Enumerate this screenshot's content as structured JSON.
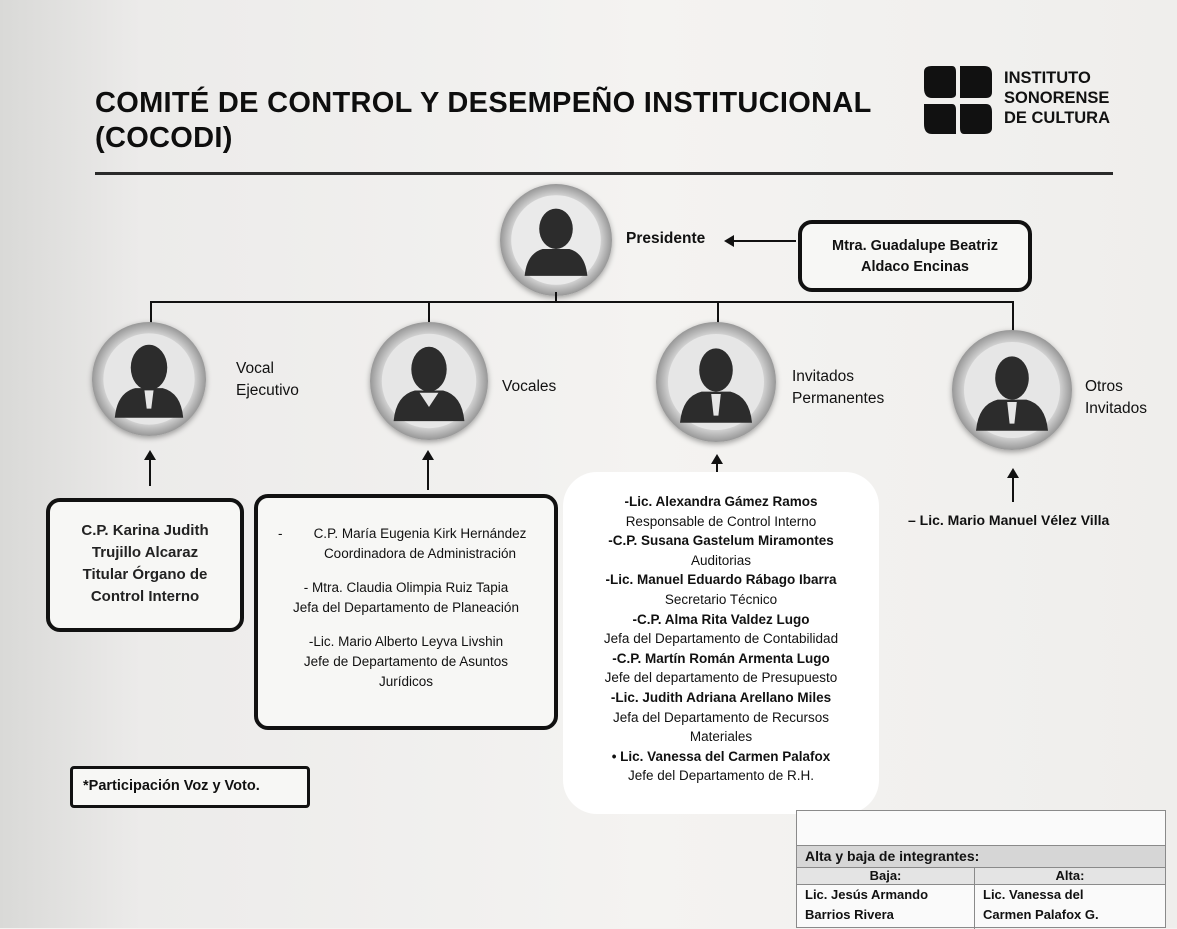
{
  "header": {
    "title_line1": "COMITÉ DE CONTROL Y DESEMPEÑO INSTITUCIONAL",
    "title_line2": "(COCODI)"
  },
  "logo": {
    "line1": "INSTITUTO",
    "line2": "SONORENSE",
    "line3": "DE CULTURA"
  },
  "president": {
    "role": "Presidente",
    "name_line1": "Mtra. Guadalupe Beatriz",
    "name_line2": "Aldaco Encinas"
  },
  "vocal_ejecutivo": {
    "role_line1": "Vocal",
    "role_line2": "Ejecutivo",
    "lines": [
      "C.P. Karina Judith",
      "Trujillo Alcaraz",
      "Titular Órgano de",
      "Control Interno"
    ]
  },
  "vocales": {
    "role": "Vocales",
    "members": [
      {
        "bullet": "-",
        "name": "C.P. María Eugenia Kirk Hernández",
        "title": "Coordinadora de Administración"
      },
      {
        "name": "- Mtra. Claudia Olimpia Ruiz Tapia",
        "title": "Jefa del Departamento de Planeación"
      },
      {
        "name": "-Lic. Mario Alberto Leyva Livshin",
        "title": "Jefe de Departamento de Asuntos",
        "title2": "Jurídicos"
      }
    ]
  },
  "invitados_permanentes": {
    "role_line1": "Invitados",
    "role_line2": "Permanentes",
    "members": [
      {
        "name": "-Lic. Alexandra Gámez Ramos",
        "title": "Responsable de Control Interno"
      },
      {
        "name": "-C.P. Susana Gastelum Miramontes",
        "title": "Auditorias"
      },
      {
        "name": "-Lic. Manuel Eduardo Rábago Ibarra",
        "title": "Secretario Técnico"
      },
      {
        "name": "-C.P. Alma Rita Valdez Lugo",
        "title": "Jefa del Departamento de Contabilidad"
      },
      {
        "name": "-C.P. Martín Román Armenta Lugo",
        "title": "Jefe del departamento de Presupuesto"
      },
      {
        "name": "-Lic. Judith Adriana Arellano Miles",
        "title": "Jefa del Departamento de Recursos",
        "title2": "Materiales"
      },
      {
        "name": "• Lic. Vanessa del Carmen Palafox",
        "title": "Jefe del Departamento de R.H."
      }
    ]
  },
  "otros_invitados": {
    "role_line1": "Otros",
    "role_line2": "Invitados",
    "member": "– Lic. Mario Manuel Vélez Villa"
  },
  "note": "*Participación Voz y Voto.",
  "changes": {
    "heading": "Alta y baja de integrantes:",
    "baja_label": "Baja:",
    "alta_label": "Alta:",
    "baja_line1": "Lic.  Jesús Armando",
    "baja_line2": "Barrios Rivera",
    "alta_line1": "Lic. Vanessa del",
    "alta_line2": "Carmen Palafox G."
  },
  "colors": {
    "ink": "#111111",
    "avatar_ring": "#8a8a8a",
    "silhouette": "#2c2c2c"
  }
}
